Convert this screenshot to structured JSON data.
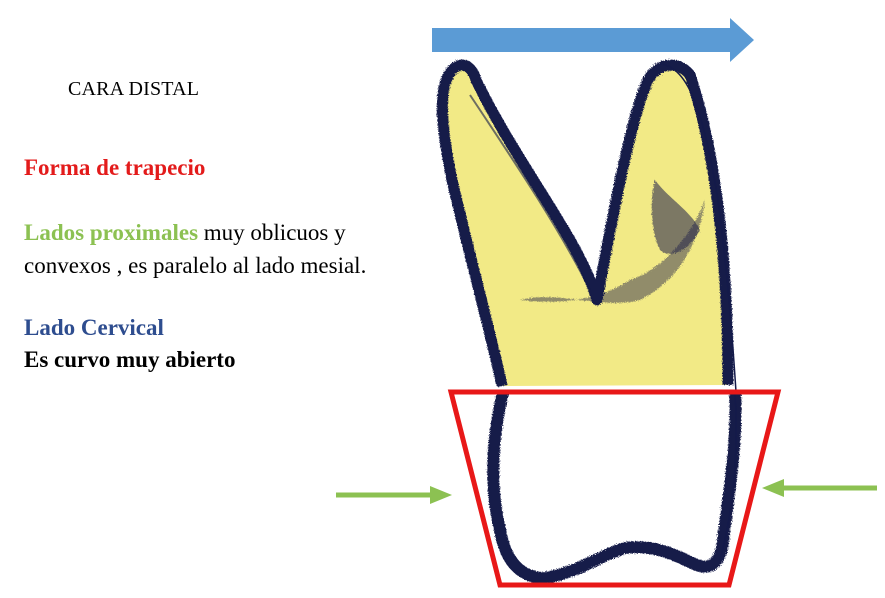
{
  "title": "CARA DISTAL",
  "forma": {
    "text": "Forma de trapecio",
    "color": "#e31b1b"
  },
  "lados": {
    "label": "Lados proximales",
    "label_color": "#8cc152",
    "rest": " muy oblicuos y",
    "line2": "convexos , es paralelo al lado mesial."
  },
  "cervical": {
    "label": "Lado Cervical",
    "label_color": "#2e4d8f",
    "desc": "Es curvo muy abierto"
  },
  "colors": {
    "arrow_blue": "#5b9bd5",
    "arrow_green": "#8cc152",
    "trapezoid_red": "#e81818",
    "tooth_outline": "#141a4a",
    "root_fill": "#f2ea86"
  }
}
